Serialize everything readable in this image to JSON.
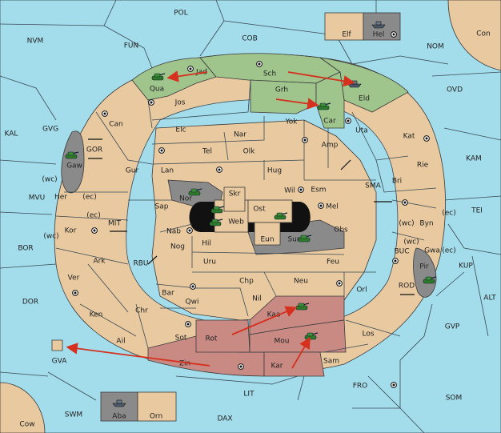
{
  "map": {
    "colors": {
      "sea": "#a3dcea",
      "neutral_land": "#e8c9a0",
      "power_green": "#9fc48c",
      "power_red": "#c98a84",
      "power_grey": "#8a8a8a",
      "order_arrow": "#d6301e"
    },
    "provinces": {
      "POL": "POL",
      "NVM": "NVM",
      "FUN": "FUN",
      "COB": "COB",
      "NOM": "NOM",
      "Con": "Con",
      "Elf": "Elf",
      "Hel": "Hel",
      "OVD": "OVD",
      "KAL": "KAL",
      "GVG": "GVG",
      "KAM": "KAM",
      "TEI": "TEI",
      "MVU": "MVU",
      "BOR": "BOR",
      "DOR": "DOR",
      "KUP": "KUP",
      "ALT": "ALT",
      "GVP": "GVP",
      "GVA": "GVA",
      "FRO": "FRO",
      "SOM": "SOM",
      "SWM": "SWM",
      "LIT": "LIT",
      "DAX": "DAX",
      "Cow": "Cow",
      "Aba": "Aba",
      "Orn": "Orn",
      "Jad": "Jad",
      "Sch": "Sch",
      "Qua": "Qua",
      "Grh": "Grh",
      "Eld": "Eld",
      "Jos": "Jos",
      "Can": "Can",
      "Elc": "Elc",
      "Nar": "Nar",
      "Yok": "Yok",
      "Car": "Car",
      "Uta": "Uta",
      "Kat": "Kat",
      "Gaw": "Gaw",
      "GOR": "GOR",
      "Tel": "Tel",
      "Olk": "Olk",
      "Amp": "Amp",
      "Gur": "Gur",
      "Lan": "Lan",
      "Hug": "Hug",
      "Rie": "Rie",
      "Bri": "Bri",
      "Nor": "Nor",
      "Skr": "Skr",
      "Wil": "Wil",
      "Esm": "Esm",
      "SMA": "SMA",
      "Her": "Her",
      "Sap": "Sap",
      "Ost": "Ost",
      "Mel": "Mel",
      "Web": "Web",
      "Kor": "Kor",
      "MIT": "MIT",
      "Nab": "Nab",
      "Eun": "Eun",
      "Sun": "Sun",
      "Obs": "Obs",
      "Byn": "Byn",
      "Gwa": "Gwa",
      "Hil": "Hil",
      "Ark": "Ark",
      "Nog": "Nog",
      "RBU": "RBU",
      "Uru": "Uru",
      "Feu": "Feu",
      "BUC": "BUC",
      "Pir": "Pir",
      "Ver": "Ver",
      "Chp": "Chp",
      "Neu": "Neu",
      "Orl": "Orl",
      "Bar": "Bar",
      "Qwi": "Qwi",
      "Nil": "Nil",
      "ROD": "ROD",
      "Ken": "Ken",
      "Chr": "Chr",
      "Kaa": "Kaa",
      "Rot": "Rot",
      "Sot": "Sot",
      "Mou": "Mou",
      "Los": "Los",
      "Ail": "Ail",
      "Zin": "Zin",
      "Kar": "Kar",
      "Sam": "Sam"
    },
    "coast_labels": {
      "wc_her": "(wc)",
      "ec_her": "(ec)",
      "ec_kor": "(ec)",
      "wc_kor": "(wc)",
      "ec_byn": "(ec)",
      "wc_byn": "(wc)",
      "wc_gwa": "(wc)",
      "ec_gwa": "(ec)"
    },
    "icons": {
      "army": "tank-icon",
      "fleet": "ship-icon",
      "supply_center": "supply-center-icon",
      "canal_link": "double-arrow-icon"
    }
  }
}
